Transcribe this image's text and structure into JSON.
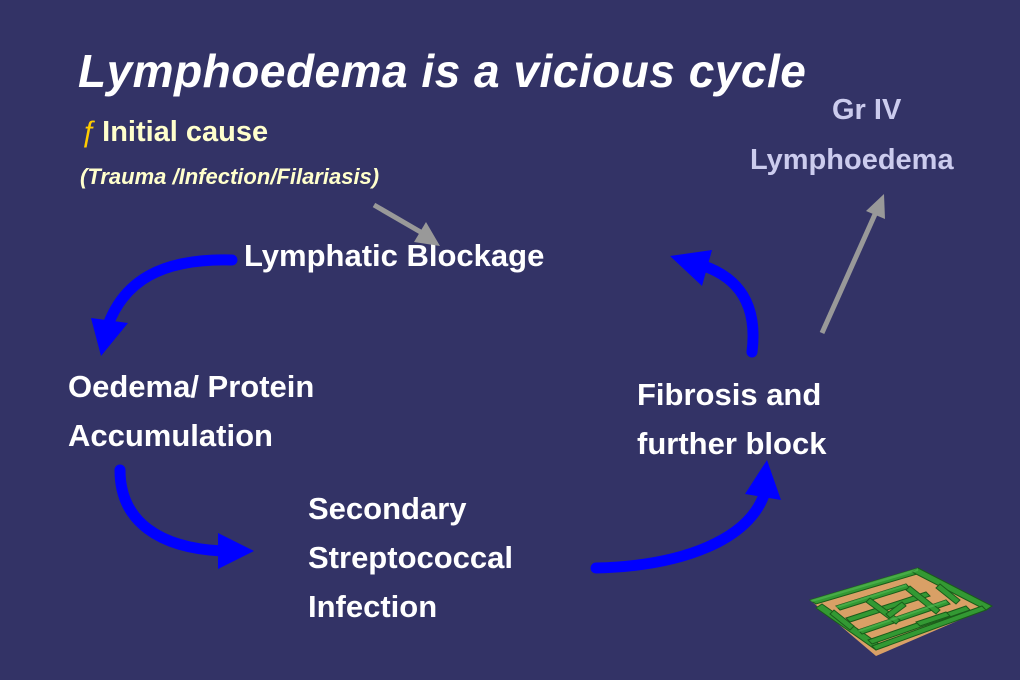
{
  "title": "Lymphoedema is a vicious cycle",
  "initial_cause": {
    "bullet": "ƒ",
    "label": "Initial cause",
    "detail": "(Trauma /Infection/Filariasis)"
  },
  "outcome": {
    "line1": "Gr IV",
    "line2": "Lymphoedema"
  },
  "cycle": {
    "blockage": "Lymphatic Blockage",
    "oedema": [
      "Oedema/ Protein",
      "Accumulation"
    ],
    "infection": [
      "Secondary",
      "Streptococcal",
      "Infection"
    ],
    "fibrosis": [
      "Fibrosis and",
      "further block"
    ]
  },
  "colors": {
    "background": "#333366",
    "text": "#ffffff",
    "cause_text": "#ffffcc",
    "bullet": "#ffcc00",
    "outcome_text": "#ccccee",
    "cycle_arrow": "#0000ff",
    "side_arrow": "#999999",
    "maze_green": "#339933"
  },
  "icons": {
    "cycle_arrows": "curved-arrow-blue",
    "side_arrows": "straight-arrow-grey",
    "decoration": "maze-clipart"
  }
}
